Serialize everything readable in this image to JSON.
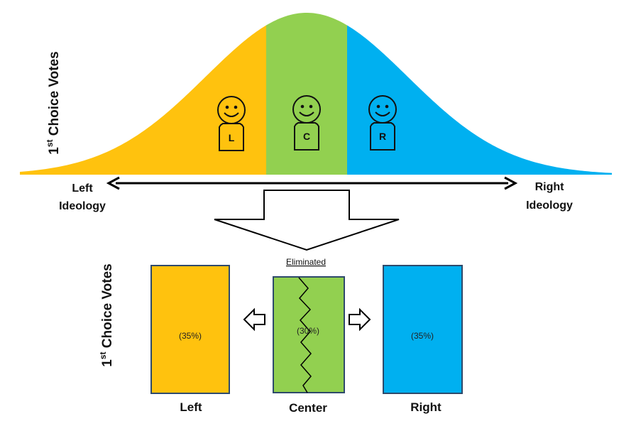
{
  "top_panel": {
    "ylabel_prefix": "1",
    "ylabel_sup": "st",
    "ylabel_rest": " Choice Votes",
    "axis_left_line1": "Left",
    "axis_left_line2": "Ideology",
    "axis_right_line1": "Right",
    "axis_right_line2": "Ideology",
    "candidates": [
      {
        "letter": "L",
        "color": "#FFC20E"
      },
      {
        "letter": "C",
        "color": "#92D050"
      },
      {
        "letter": "R",
        "color": "#00B0F0"
      }
    ]
  },
  "bottom_panel": {
    "ylabel_prefix": "1",
    "ylabel_sup": "st",
    "ylabel_rest": " Choice Votes",
    "eliminated_label": "Eliminated",
    "bars": [
      {
        "name": "Left",
        "pct_label": "(35%)",
        "color": "#FFC20E"
      },
      {
        "name": "Center",
        "pct_label": "(30%)",
        "color": "#92D050"
      },
      {
        "name": "Right",
        "pct_label": "(35%)",
        "color": "#00B0F0"
      }
    ]
  },
  "colors": {
    "left": "#FFC20E",
    "center": "#92D050",
    "right": "#00B0F0",
    "outline": "#2E4A6B"
  }
}
